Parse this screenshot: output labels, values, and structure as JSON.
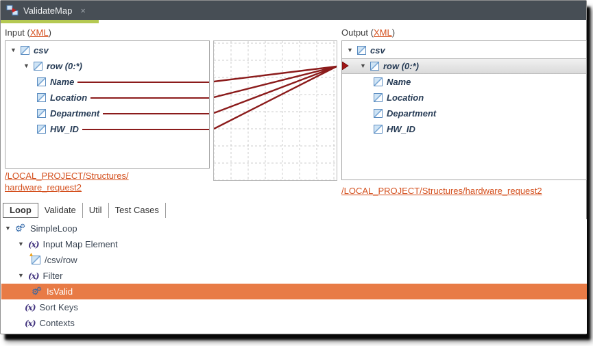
{
  "window": {
    "tab_title": "ValidateMap",
    "close_label": "×",
    "tab_icon": "mapper-icon"
  },
  "input": {
    "header_prefix": "Input (",
    "header_link": "XML",
    "header_suffix": ")",
    "tree": [
      {
        "label": "csv",
        "level": 0,
        "icon": "xml-element-icon",
        "expandable": true,
        "mapped": false
      },
      {
        "label": "row (0:*)",
        "level": 1,
        "icon": "xml-element-icon",
        "expandable": true,
        "mapped": false
      },
      {
        "label": "Name",
        "level": 2,
        "icon": "xml-element-icon",
        "expandable": false,
        "mapped": true
      },
      {
        "label": "Location",
        "level": 2,
        "icon": "xml-element-icon",
        "expandable": false,
        "mapped": true
      },
      {
        "label": "Department",
        "level": 2,
        "icon": "xml-element-icon",
        "expandable": false,
        "mapped": true
      },
      {
        "label": "HW_ID",
        "level": 2,
        "icon": "xml-element-icon",
        "expandable": false,
        "mapped": true
      }
    ],
    "footer_link_line1": "/LOCAL_PROJECT/Structures/",
    "footer_link_line2": "hardware_request2"
  },
  "output": {
    "header_prefix": "Output (",
    "header_link": "XML",
    "header_suffix": ")",
    "tree": [
      {
        "label": "csv",
        "level": 0,
        "icon": "xml-element-icon",
        "expandable": true,
        "selected": false
      },
      {
        "label": "row (0:*)",
        "level": 1,
        "icon": "xml-element-icon",
        "expandable": true,
        "selected": true
      },
      {
        "label": "Name",
        "level": 2,
        "icon": "xml-element-icon",
        "expandable": false,
        "selected": false
      },
      {
        "label": "Location",
        "level": 2,
        "icon": "xml-element-icon",
        "expandable": false,
        "selected": false
      },
      {
        "label": "Department",
        "level": 2,
        "icon": "xml-element-icon",
        "expandable": false,
        "selected": false
      },
      {
        "label": "HW_ID",
        "level": 2,
        "icon": "xml-element-icon",
        "expandable": false,
        "selected": false
      }
    ],
    "footer_link": "/LOCAL_PROJECT/Structures/hardware_request2"
  },
  "mappings": {
    "target": "row (0:*)",
    "sources": [
      "Name",
      "Location",
      "Department",
      "HW_ID"
    ]
  },
  "bottom_tabs": [
    {
      "label": "Loop",
      "active": true
    },
    {
      "label": "Validate",
      "active": false
    },
    {
      "label": "Util",
      "active": false
    },
    {
      "label": "Test Cases",
      "active": false
    }
  ],
  "loop_tree": [
    {
      "label": "SimpleLoop",
      "level": 0,
      "icon": "gears-icon",
      "expandable": true,
      "selected": false
    },
    {
      "label": "Input Map Element",
      "level": 1,
      "icon": "function-x-icon",
      "expandable": true,
      "selected": false
    },
    {
      "label": "/csv/row",
      "level": 2,
      "icon": "xml-element-ref-icon",
      "expandable": false,
      "selected": false
    },
    {
      "label": "Filter",
      "level": 1,
      "icon": "function-x-icon",
      "expandable": true,
      "selected": false
    },
    {
      "label": "IsValid",
      "level": 2,
      "icon": "gears-icon",
      "expandable": false,
      "selected": true
    },
    {
      "label": "Sort Keys",
      "level": 1,
      "icon": "function-x-icon",
      "expandable": false,
      "selected": false
    },
    {
      "label": "Contexts",
      "level": 1,
      "icon": "function-x-icon",
      "expandable": false,
      "selected": false
    }
  ],
  "colors": {
    "tab_bar": "#474e55",
    "active_tab_underline": "#b5c952",
    "link_orange": "#d4501e",
    "mapping_line_red": "#8b1b1b",
    "selection_orange": "#e87b46",
    "selection_gray": "#e3e3e3"
  }
}
